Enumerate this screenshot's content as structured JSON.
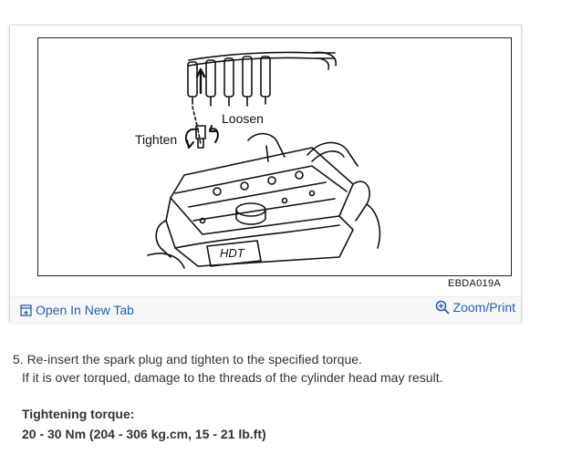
{
  "figure": {
    "labels": {
      "loosen": "Loosen",
      "tighten": "Tighten",
      "engraved_text": "HDT"
    },
    "code": "EBDA019A"
  },
  "toolbar": {
    "open_label": "Open In New Tab",
    "zoom_label": "Zoom/Print",
    "link_color": "#2a5db0",
    "toolbar_bg": "#f6f7f9"
  },
  "step": {
    "line1": "5. Re-insert the spark plug and tighten to the specified torque.",
    "line2": "If it is over torqued, damage to the threads of the cylinder head may result."
  },
  "spec": {
    "heading": "Tightening torque:",
    "value": "20 - 30 Nm (204 - 306 kg.cm, 15 - 21 lb.ft)"
  },
  "icons": {
    "open": "open-new-tab-icon",
    "zoom": "zoom-in-icon"
  }
}
